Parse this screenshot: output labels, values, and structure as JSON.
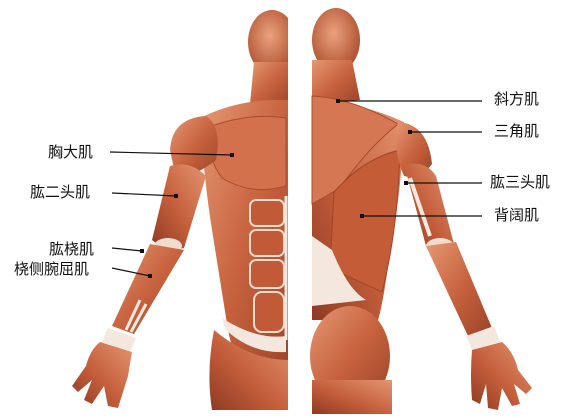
{
  "labels": {
    "pectoralis_major": "胸大肌",
    "biceps": "肱二头肌",
    "brachioradialis": "肱桡肌",
    "flexor_carpi_radialis": "桡侧腕屈肌",
    "trapezius": "斜方肌",
    "deltoid": "三角肌",
    "triceps": "肱三头肌",
    "latissimus_dorsi": "背阔肌"
  },
  "colors": {
    "muscle": "#c8633f",
    "muscle_light": "#e2926e",
    "muscle_dark": "#8e3a22",
    "tendon": "#f3e7de",
    "leader_line": "#111111",
    "background": "#ffffff"
  }
}
